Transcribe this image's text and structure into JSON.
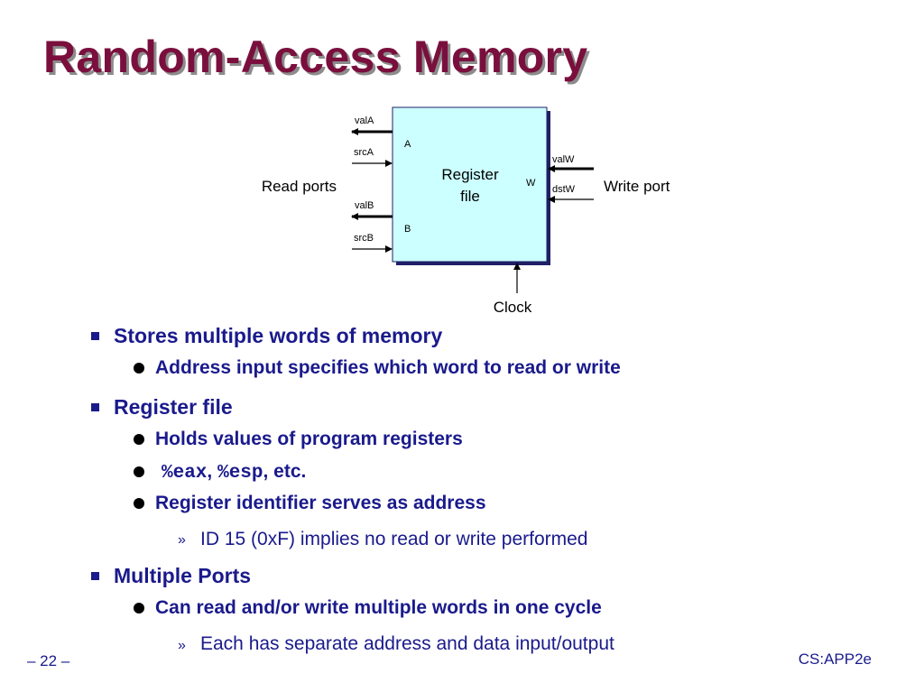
{
  "slide": {
    "title": "Random-Access Memory",
    "footer_left": "– 22 –",
    "footer_right": "CS:APP2e"
  },
  "diagram": {
    "block_label_line1": "Register",
    "block_label_line2": "file",
    "port_a": "A",
    "port_b": "B",
    "port_w": "W",
    "signals": {
      "valA": "valA",
      "srcA": "srcA",
      "valB": "valB",
      "srcB": "srcB",
      "valW": "valW",
      "dstW": "dstW"
    },
    "read_ports_label": "Read ports",
    "write_port_label": "Write port",
    "clock_label": "Clock"
  },
  "bullets": {
    "item1": {
      "text": "Stores multiple words of memory",
      "sub1": "Address input specifies which word to read or write"
    },
    "item2": {
      "text": "Register file",
      "sub1": "Holds values of program registers",
      "sub2_code1": "%eax",
      "sub2_sep": ", ",
      "sub2_code2": "%esp",
      "sub2_tail": ", etc.",
      "sub3": "Register identifier serves as address",
      "sub3_detail": "ID 15 (0xF) implies no read or write performed"
    },
    "item3": {
      "text": "Multiple Ports",
      "sub1": "Can read and/or write multiple words in one cycle",
      "sub1_detail": "Each has separate address and data input/output"
    }
  },
  "colors": {
    "title": "#7a0f3d",
    "text": "#1a1a8c",
    "block_fill": "#ccffff",
    "block_border": "#1f1f66"
  }
}
